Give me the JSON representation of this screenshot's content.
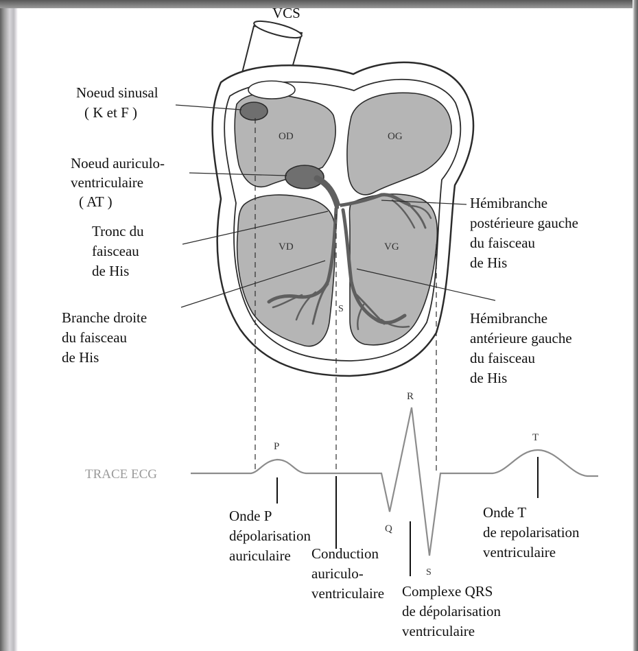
{
  "diagram": {
    "vcs": "VCS",
    "chambers": {
      "od": "OD",
      "og": "OG",
      "vd": "VD",
      "vg": "VG",
      "septum": "S"
    },
    "labels_left": {
      "noeud_sinusal": [
        "Noeud sinusal",
        "( K et F )"
      ],
      "noeud_av": [
        "Noeud auriculo-",
        "ventriculaire",
        "( AT )"
      ],
      "tronc_his": [
        "Tronc du",
        "faisceau",
        "de His"
      ],
      "branche_droite": [
        "Branche droite",
        "du faisceau",
        "de His"
      ]
    },
    "labels_right": {
      "hemi_post": [
        "Hémibranche",
        "postérieure gauche",
        "du faisceau",
        "de His"
      ],
      "hemi_ant": [
        "Hémibranche",
        "antérieure gauche",
        "du faisceau",
        "de His"
      ]
    },
    "ecg": {
      "title": "TRACE ECG",
      "peaks": {
        "p": "P",
        "q": "Q",
        "r": "R",
        "s": "S",
        "t": "T"
      },
      "onde_p": [
        "Onde P",
        "dépolarisation",
        "auriculaire"
      ],
      "conduction": [
        "Conduction",
        "auriculo-",
        "ventriculaire"
      ],
      "qrs": [
        "Complexe QRS",
        "de dépolarisation",
        "ventriculaire"
      ],
      "onde_t": [
        "Onde T",
        "de repolarisation",
        "ventriculaire"
      ]
    }
  },
  "colors": {
    "chamber_fill": "#b5b5b5",
    "heart_line": "#2b2b2b",
    "conduction": "#6f6f6f",
    "ecg_line": "#8c8c8c"
  }
}
